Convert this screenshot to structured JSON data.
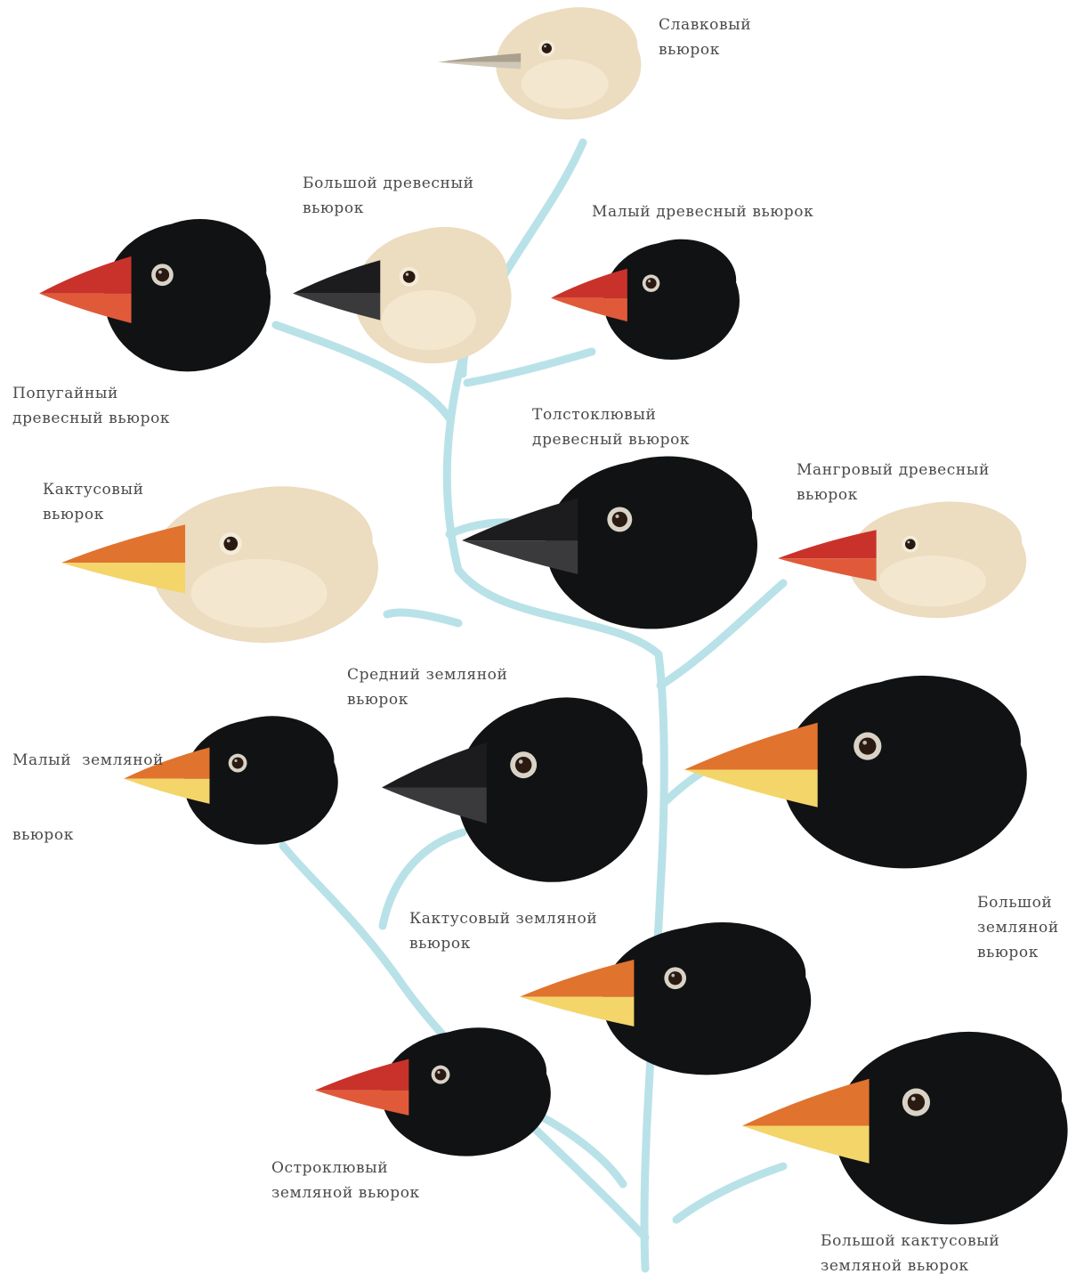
{
  "colors": {
    "branch": "#b8e2e8",
    "plumage_dark": "#111214",
    "plumage_light": "#ecdcc0",
    "beak_black": "#1c1c1e",
    "beak_red": "#c9322a",
    "beak_orange": "#e0732e",
    "beak_yellow": "#f3d56a",
    "beak_tan": "#a9a08f"
  },
  "birds": [
    {
      "id": "warbler",
      "lines": [
        "Славковый",
        "вьюрок"
      ],
      "plumage": "light",
      "beak": "thin"
    },
    {
      "id": "large-tree",
      "lines": [
        "Большой древесный",
        "вьюрок"
      ],
      "plumage": "light",
      "beak": "black"
    },
    {
      "id": "small-tree",
      "lines": [
        "Малый древесный вьюрок"
      ],
      "plumage": "dark",
      "beak": "red"
    },
    {
      "id": "parrot-tree",
      "lines": [
        "Попугайный",
        "древесный вьюрок"
      ],
      "plumage": "dark",
      "beak": "red"
    },
    {
      "id": "thick-billed-tree",
      "lines": [
        "Толстоклювый",
        "древесный вьюрок"
      ],
      "plumage": "dark",
      "beak": "black"
    },
    {
      "id": "cactus",
      "lines": [
        "Кактусовый",
        "вьюрок"
      ],
      "plumage": "light",
      "beak": "orange"
    },
    {
      "id": "mangrove-tree",
      "lines": [
        "Мангровый древесный",
        "вьюрок"
      ],
      "plumage": "light",
      "beak": "red"
    },
    {
      "id": "medium-ground",
      "lines": [
        "Средний земляной",
        "вьюрок"
      ],
      "plumage": "dark",
      "beak": "black"
    },
    {
      "id": "small-ground",
      "lines": [
        "Малый  земляной",
        "вьюрок"
      ],
      "plumage": "dark",
      "beak": "orange"
    },
    {
      "id": "large-ground",
      "lines": [
        "Большой",
        "земляной",
        "вьюрок"
      ],
      "plumage": "dark",
      "beak": "orange"
    },
    {
      "id": "cactus-ground",
      "lines": [
        "Кактусовый земляной",
        "вьюрок"
      ],
      "plumage": "dark",
      "beak": "orange"
    },
    {
      "id": "sharp-billed-ground",
      "lines": [
        "Остроклювый",
        "земляной вьюрок"
      ],
      "plumage": "dark",
      "beak": "red"
    },
    {
      "id": "large-cactus-ground",
      "lines": [
        "Большой кактусовый",
        "земляной вьюрок"
      ],
      "plumage": "dark",
      "beak": "orange"
    }
  ]
}
